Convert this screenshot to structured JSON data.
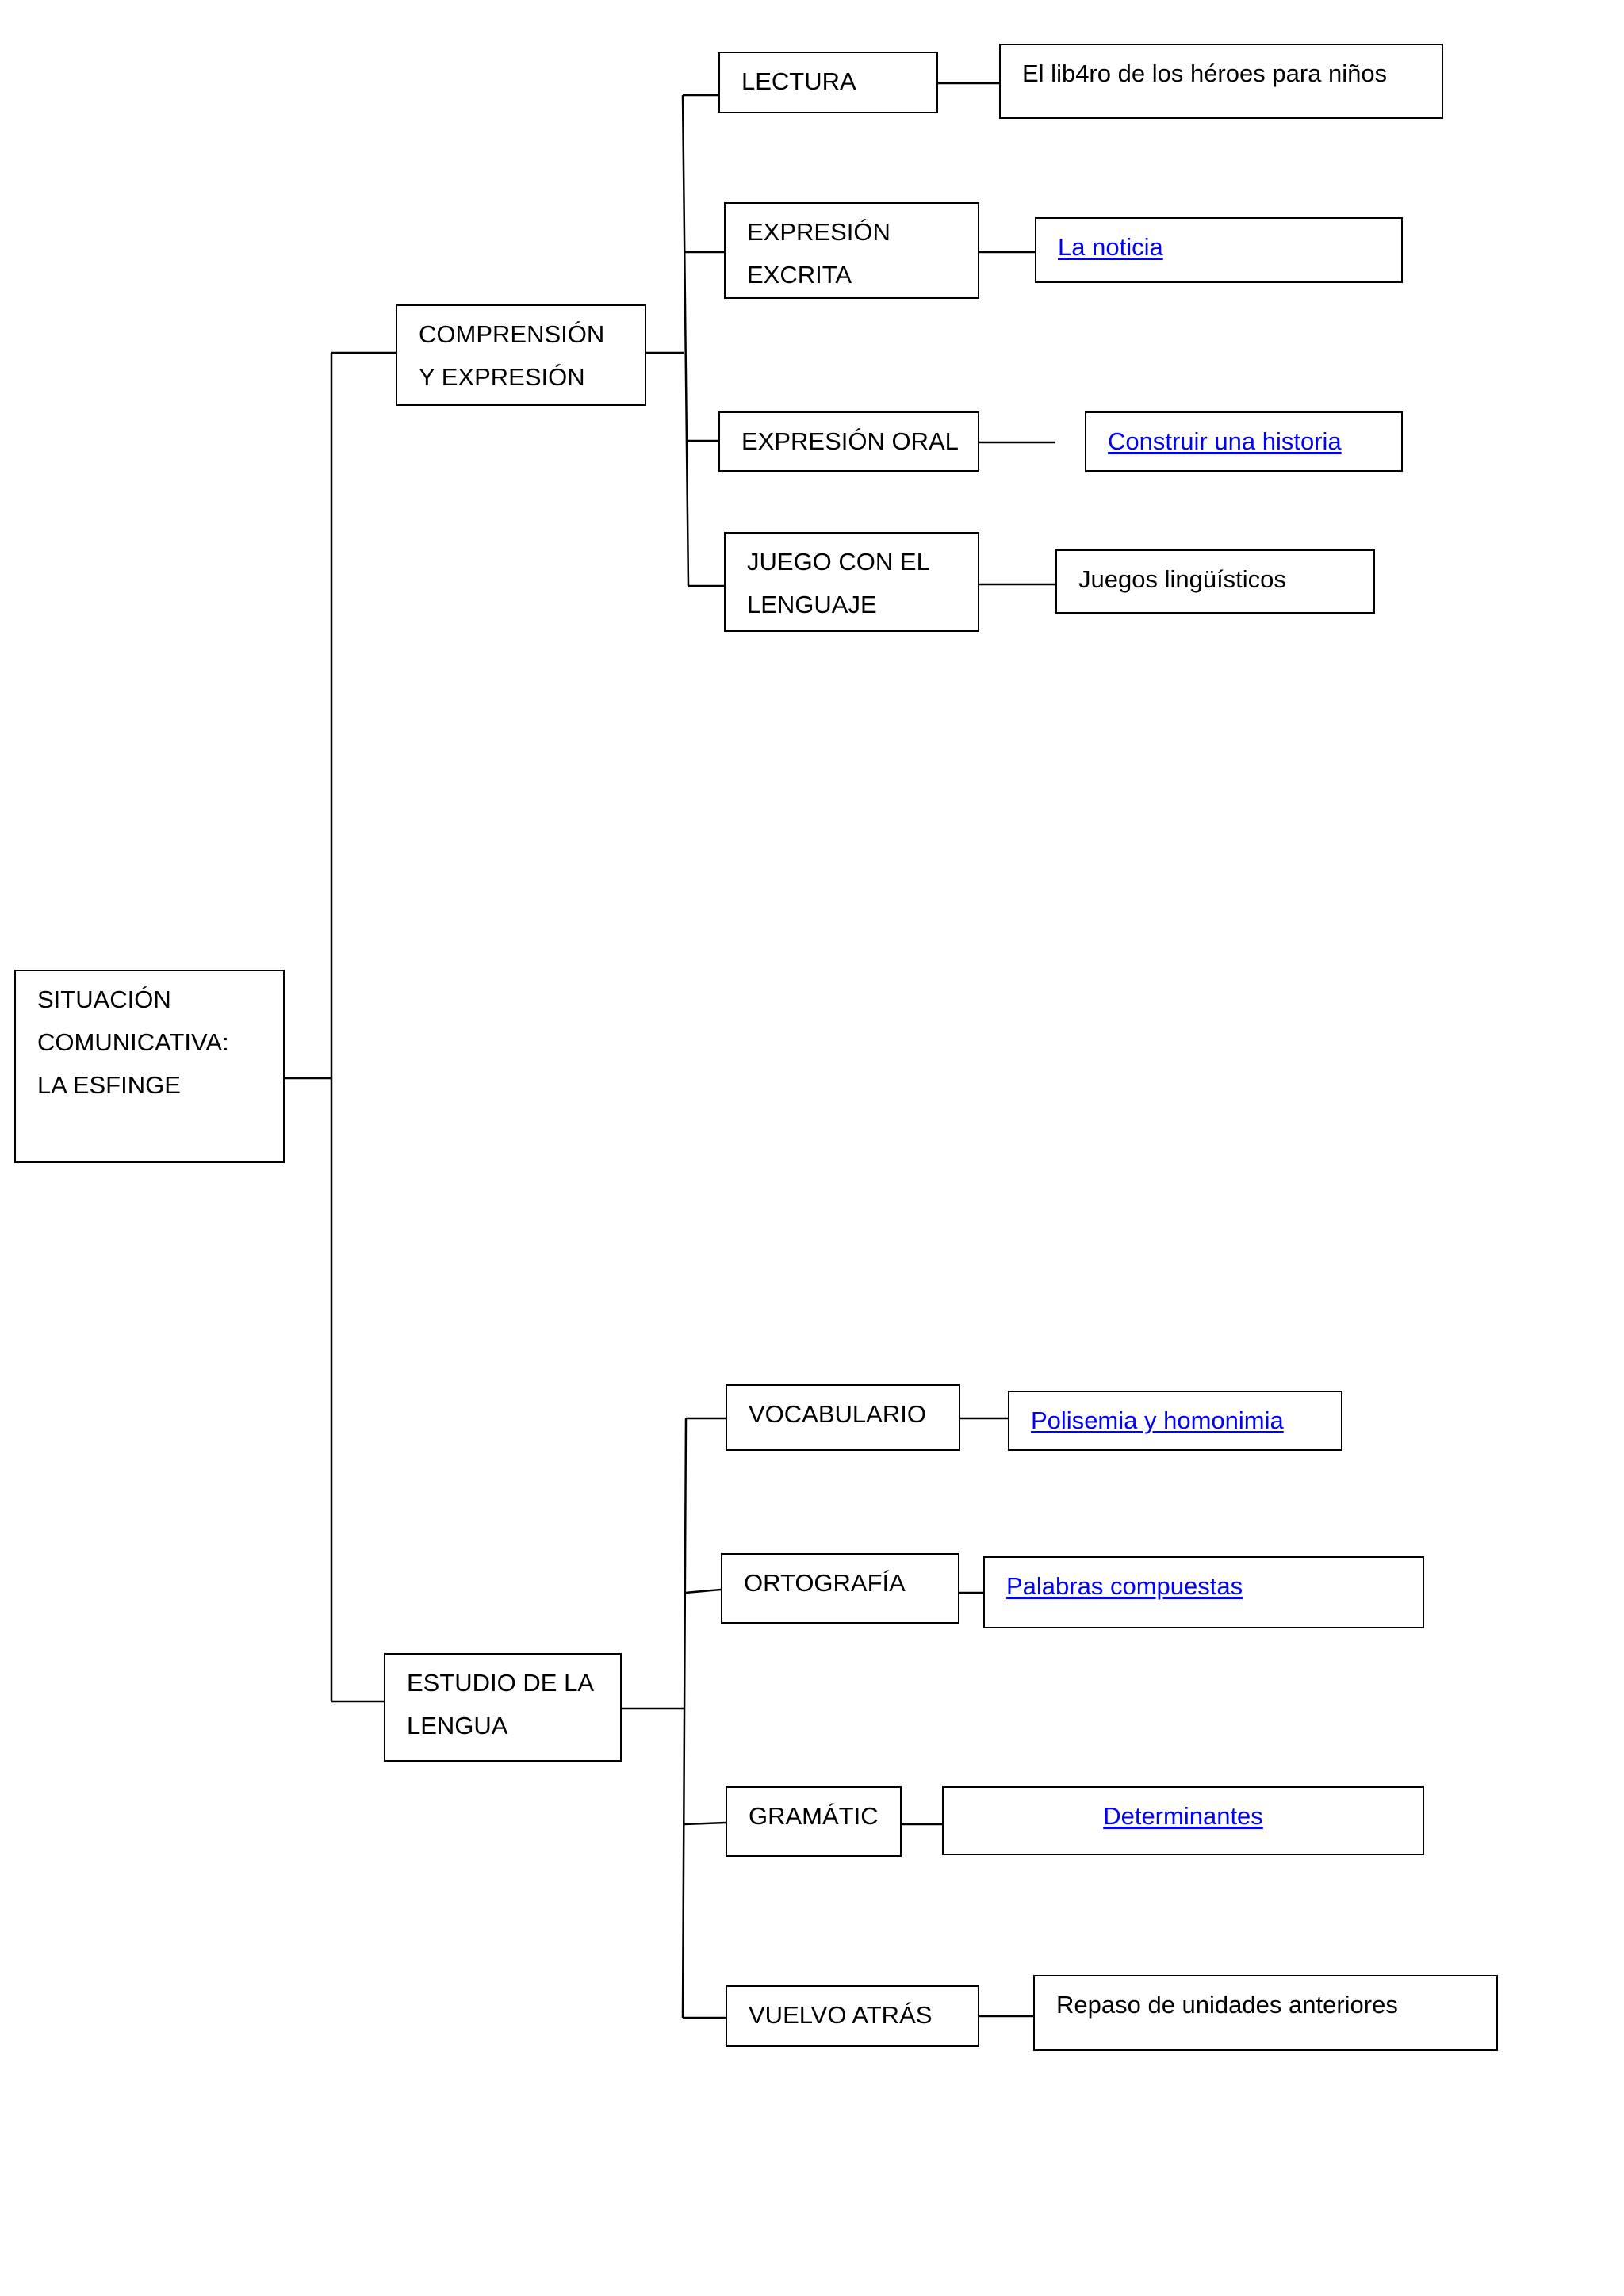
{
  "colors": {
    "text": "#000000",
    "link": "#0000ff",
    "border": "#000000",
    "background": "#ffffff"
  },
  "root": {
    "lines": [
      "SITUACIÓN",
      "COMUNICATIVA:",
      "LA ESFINGE"
    ]
  },
  "branches": [
    {
      "lines": [
        "COMPRENSIÓN",
        "Y EXPRESIÓN"
      ],
      "topics": [
        {
          "lines": [
            "LECTURA"
          ],
          "resource": "El lib4ro de los héroes para niños"
        },
        {
          "lines": [
            "EXPRESIÓN",
            "EXCRITA"
          ],
          "resource": "La noticia"
        },
        {
          "lines": [
            "EXPRESIÓN ORAL"
          ],
          "resource": "Construir una historia"
        },
        {
          "lines": [
            "JUEGO CON EL",
            "LENGUAJE"
          ],
          "resource": "Juegos lingüísticos"
        }
      ]
    },
    {
      "lines": [
        "ESTUDIO DE LA",
        "LENGUA"
      ],
      "topics": [
        {
          "lines": [
            "VOCABULARIO"
          ],
          "resource": "Polisemia y homonimia"
        },
        {
          "lines": [
            "ORTOGRAFÍA"
          ],
          "resource": "Palabras compuestas"
        },
        {
          "lines": [
            "GRAMÁTIC"
          ],
          "resource": "Determinantes"
        },
        {
          "lines": [
            "VUELVO ATRÁS"
          ],
          "resource": "Repaso de unidades anteriores"
        }
      ]
    }
  ]
}
